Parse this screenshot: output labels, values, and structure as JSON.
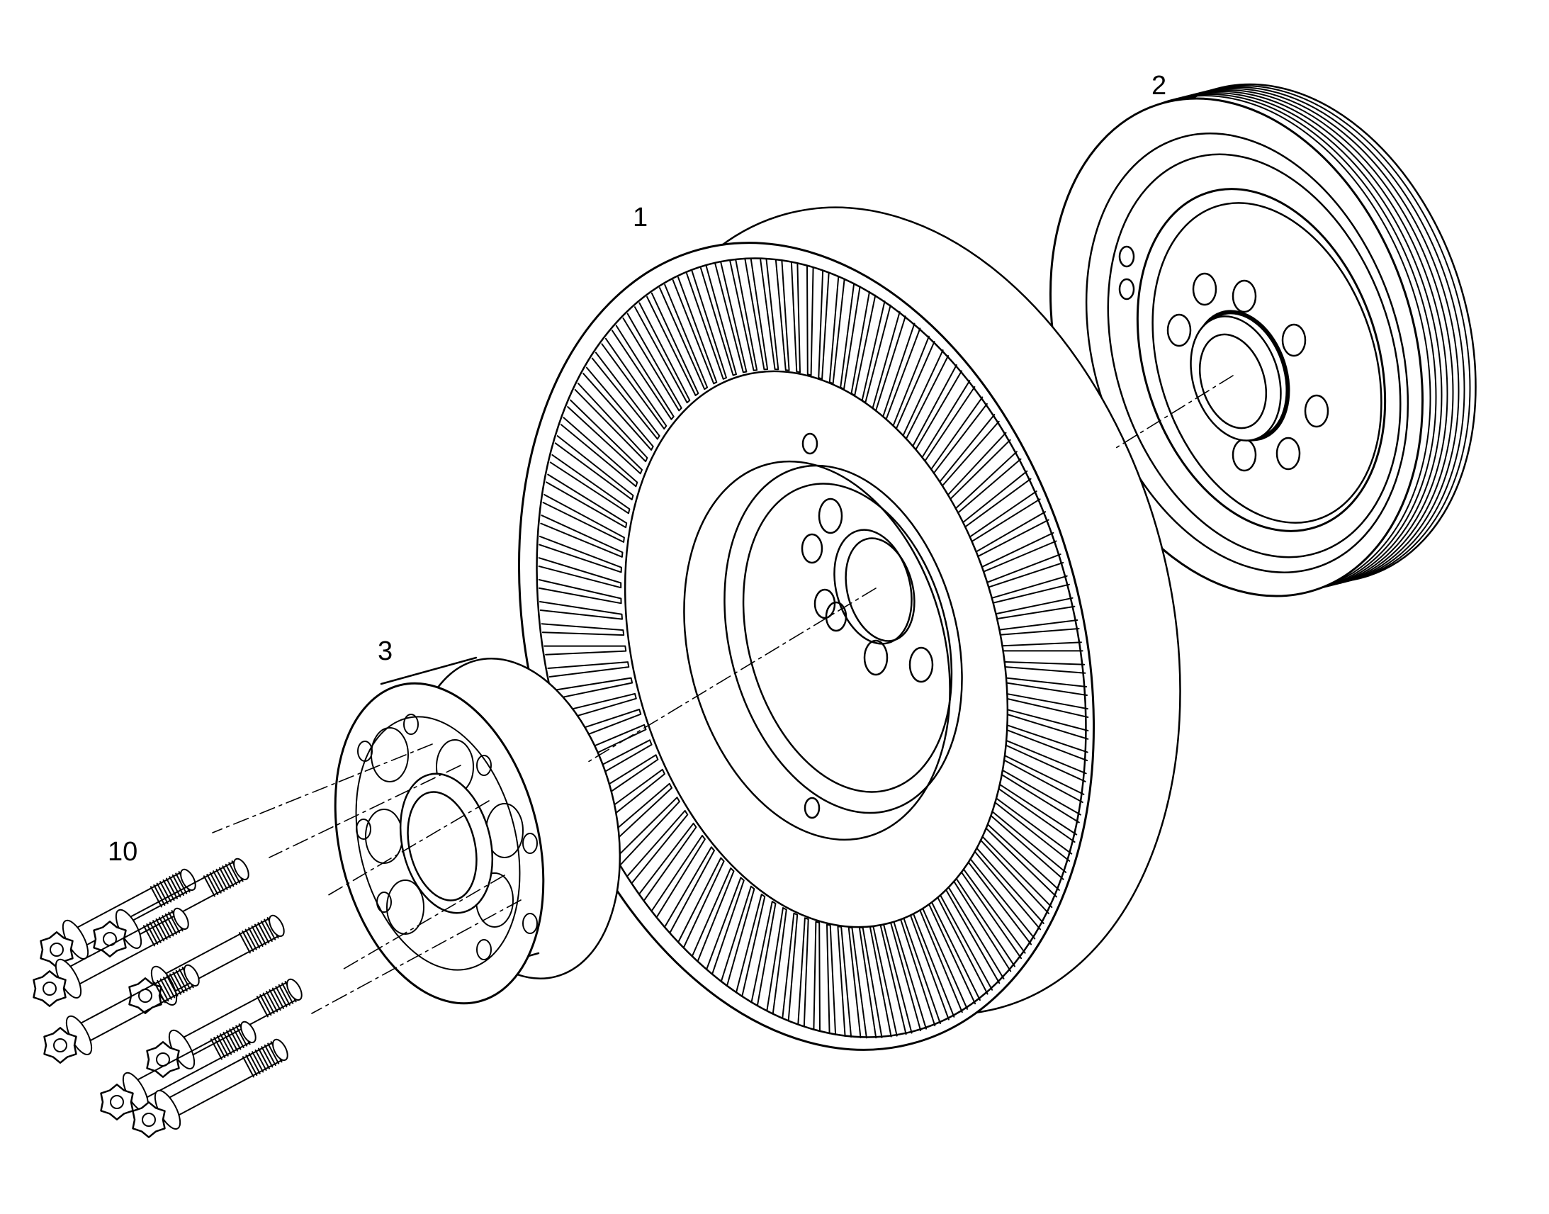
{
  "callouts": {
    "flywheel": "1",
    "pulley": "2",
    "hub": "3",
    "bolts": "10"
  },
  "bolt_count": 8,
  "colors": {
    "line": "#000000",
    "fill": "#ffffff"
  }
}
